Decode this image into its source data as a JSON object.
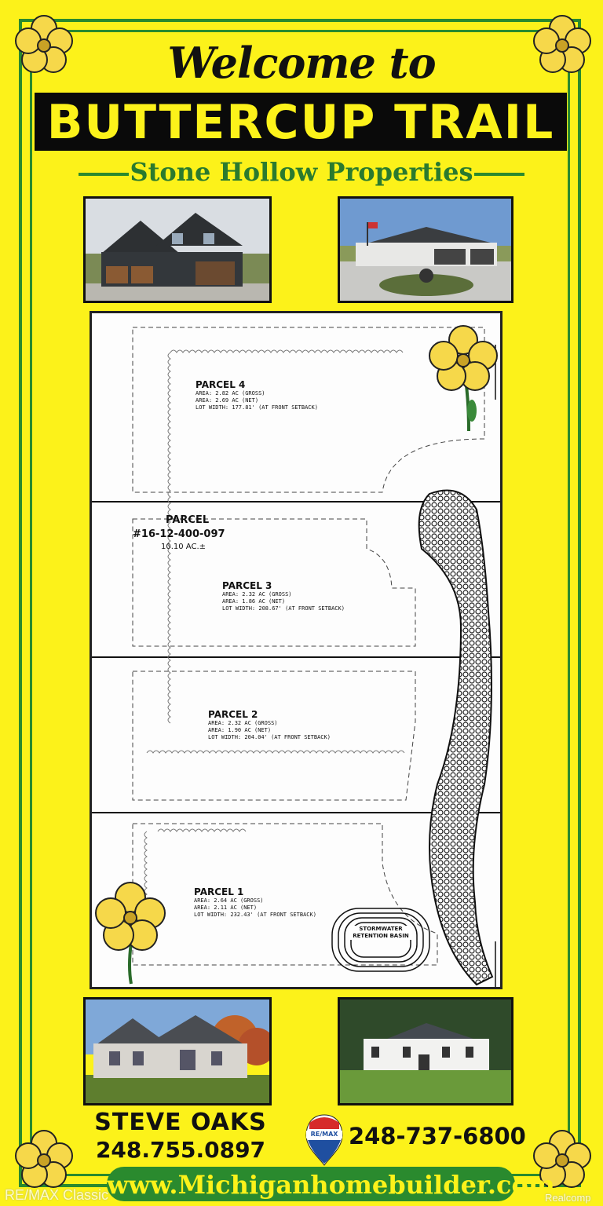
{
  "header": {
    "welcome": "Welcome to",
    "title": "BUTTERCUP TRAIL",
    "subtitle": "Stone Hollow Properties"
  },
  "map": {
    "parent_parcel": {
      "label": "PARCEL",
      "number": "#16-12-400-097",
      "area": "10.10 AC.±"
    },
    "parcels": [
      {
        "name": "PARCEL 4",
        "gross": "AREA: 2.82 AC (GROSS)",
        "net": "AREA: 2.69 AC (NET)",
        "width": "LOT WIDTH: 177.81' (AT FRONT SETBACK)"
      },
      {
        "name": "PARCEL 3",
        "gross": "AREA: 2.32 AC (GROSS)",
        "net": "AREA: 1.86 AC (NET)",
        "width": "LOT WIDTH: 208.67' (AT FRONT SETBACK)"
      },
      {
        "name": "PARCEL 2",
        "gross": "AREA: 2.32 AC (GROSS)",
        "net": "AREA: 1.90 AC (NET)",
        "width": "LOT WIDTH: 204.04' (AT FRONT SETBACK)"
      },
      {
        "name": "PARCEL 1",
        "gross": "AREA: 2.64 AC (GROSS)",
        "net": "AREA: 2.11 AC (NET)",
        "width": "LOT WIDTH: 232.43' (AT FRONT SETBACK)"
      }
    ],
    "basin_line1": "STORMWATER",
    "basin_line2": "RETENTION BASIN"
  },
  "contact": {
    "agent_name": "STEVE OAKS",
    "agent_phone": "248.755.0897",
    "logo_text": "RE/MAX",
    "office_phone": "248-737-6800",
    "website": "www.Michiganhomebuilder.com"
  },
  "watermarks": {
    "left": "RE/MAX Classic",
    "right": "Realcomp"
  },
  "colors": {
    "background": "#fcf21a",
    "accent_green": "#2a8a2e",
    "title_bar": "#0a0a0a"
  }
}
